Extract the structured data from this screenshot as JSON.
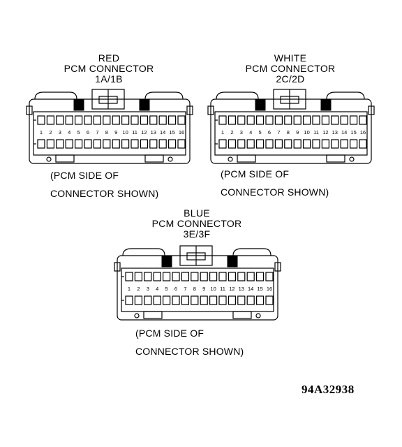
{
  "connectors": [
    {
      "color": "RED",
      "name": "PCM CONNECTOR",
      "pins_label": "1A/1B",
      "note_line1": "(PCM SIDE OF",
      "note_line2": "CONNECTOR SHOWN)",
      "pin_numbers": [
        "1",
        "2",
        "3",
        "4",
        "5",
        "6",
        "7",
        "8",
        "9",
        "10",
        "11",
        "12",
        "13",
        "14",
        "15",
        "16"
      ]
    },
    {
      "color": "WHITE",
      "name": "PCM CONNECTOR",
      "pins_label": "2C/2D",
      "note_line1": "(PCM SIDE OF",
      "note_line2": "CONNECTOR SHOWN)",
      "pin_numbers": [
        "1",
        "2",
        "3",
        "4",
        "5",
        "6",
        "7",
        "8",
        "9",
        "10",
        "11",
        "12",
        "13",
        "14",
        "15",
        "16"
      ]
    },
    {
      "color": "BLUE",
      "name": "PCM CONNECTOR",
      "pins_label": "3E/3F",
      "note_line1": "(PCM SIDE OF",
      "note_line2": "CONNECTOR SHOWN)",
      "pin_numbers": [
        "1",
        "2",
        "3",
        "4",
        "5",
        "6",
        "7",
        "8",
        "9",
        "10",
        "11",
        "12",
        "13",
        "14",
        "15",
        "16"
      ]
    }
  ],
  "figure_id": "94A32938"
}
